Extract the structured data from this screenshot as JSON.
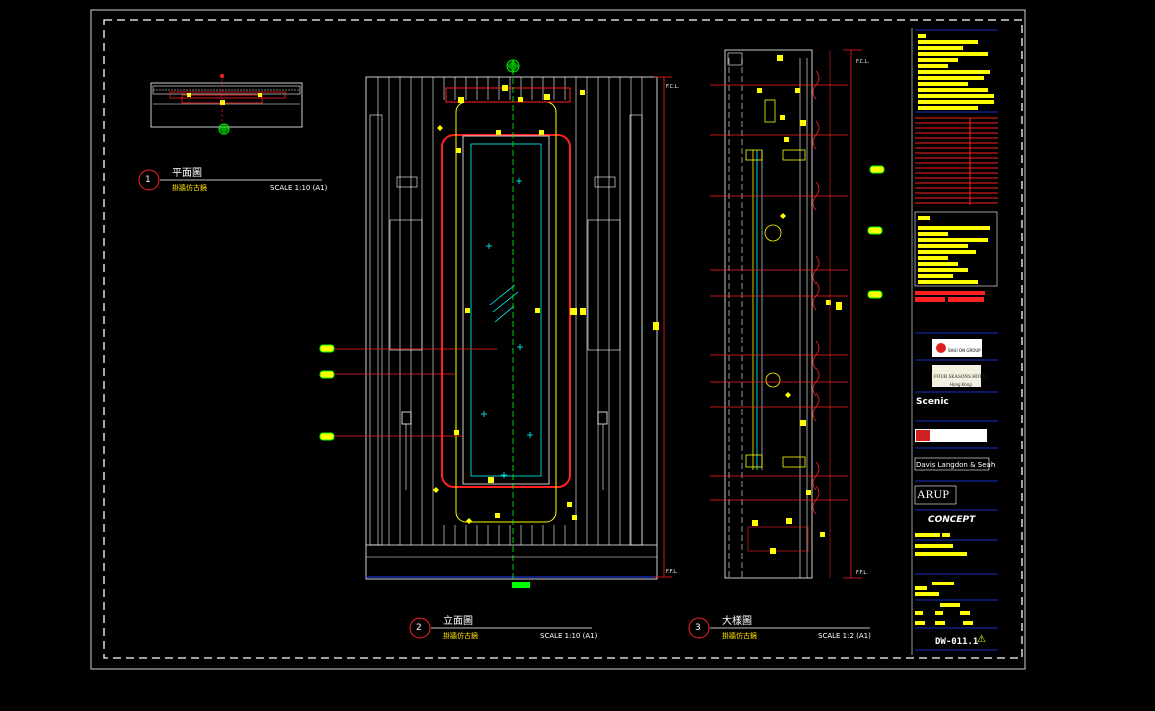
{
  "views": [
    {
      "number": "1",
      "title": "平面圖",
      "subtitle": "掛牆仿古鏡",
      "scale": "SCALE 1:10 (A1)"
    },
    {
      "number": "2",
      "title": "立面圖",
      "subtitle": "掛牆仿古鏡",
      "scale": "SCALE 1:10 (A1)"
    },
    {
      "number": "3",
      "title": "大樣圖",
      "subtitle": "掛牆仿古鏡",
      "scale": "SCALE 1:2 (A1)"
    }
  ],
  "levels": {
    "ffl": "F.F.L.",
    "fcl": "F.C.L."
  },
  "title_block": {
    "logos": {
      "shui_on": "SHUI ON GROUP",
      "four_seasons": "FOUR SEASONS HOTEL",
      "four_seasons_sub": "Hong Kong",
      "scenic": "Scenic",
      "davis": "Davis Langdon & Seah",
      "arup": "ARUP",
      "concept": "CONCEPT"
    },
    "drawing_number": "DW-011.1",
    "revision_mark": "⚠"
  },
  "colors": {
    "bg": "#000000",
    "line": "#ffffff",
    "highlight": "#ffff00",
    "accent": "#ff0000",
    "green": "#00ff00",
    "cyan": "#00ffff",
    "blue": "#2040ff"
  }
}
